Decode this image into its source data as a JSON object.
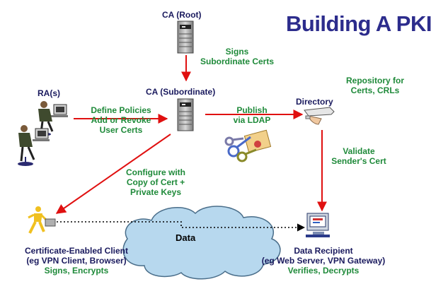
{
  "title": "Building A PKI",
  "nodes": {
    "ca_root": "CA (Root)",
    "ca_sub": "CA (Subordinate)",
    "ra": "RA(s)",
    "directory": "Directory",
    "data_cloud": "Data",
    "client": {
      "name": "Certificate-Enabled Client",
      "detail": "(eg VPN Client, Browser)",
      "action": "Signs, Encrypts"
    },
    "recipient": {
      "name": "Data Recipient",
      "detail": "(eg Web Server, VPN Gateway)",
      "action": "Verifies, Decrypts"
    }
  },
  "flows": {
    "signs": [
      "Signs",
      "Subordinate Certs"
    ],
    "repository": [
      "Repository for",
      "Certs, CRLs"
    ],
    "define": [
      "Define Policies",
      "Add or Revoke",
      "User Certs"
    ],
    "publish": [
      "Publish",
      "via LDAP"
    ],
    "validate": [
      "Validate",
      "Sender's Cert"
    ],
    "configure": [
      "Configure with",
      "Copy of Cert +",
      "Private Keys"
    ]
  },
  "colors": {
    "title": "#2c2c8c",
    "node_label": "#1a1a5e",
    "flow_label": "#1f8a3a",
    "arrow": "#e01010",
    "dotted": "#000000",
    "cloud": "#b7d8ee"
  },
  "icons": [
    "server-icon",
    "users-at-computers-icon",
    "directory-hand-icon",
    "keys-certificate-icon",
    "running-person-icon",
    "computer-icon",
    "cloud-icon"
  ]
}
